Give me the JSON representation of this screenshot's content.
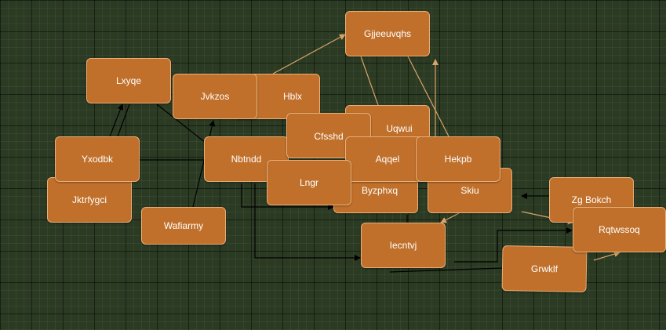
{
  "canvas": {
    "background": "#2b3a22",
    "grid": true
  },
  "colors": {
    "node_fill": "#c0702b",
    "node_border": "#e8b07a",
    "edge_black": "#000000",
    "edge_tan": "#d8a46a"
  },
  "nodes": {
    "lxyqe": "Lxyqe",
    "jktrfygci": "Jktrfygci",
    "yxodbk": "Yxodbk",
    "wafiarmy": "Wafiarmy",
    "hblx": "Hblx",
    "jvkzos": "Jvkzos",
    "nbtndd": "Nbtndd",
    "gjjeeuvqhs": "Gjjeeuvqhs",
    "uqwui": "Uqwui",
    "cfsshd": "Cfsshd",
    "byzphxq": "Byzphxq",
    "skiu": "Skiu",
    "aqqel": "Aqqel",
    "hekpb": "Hekpb",
    "lngr": "Lngr",
    "iecntvj": "Iecntvj",
    "zgbokch": "Zg Bokch",
    "rqtwssoq": "Rqtwssoq",
    "grwklf": "Grwklf"
  }
}
